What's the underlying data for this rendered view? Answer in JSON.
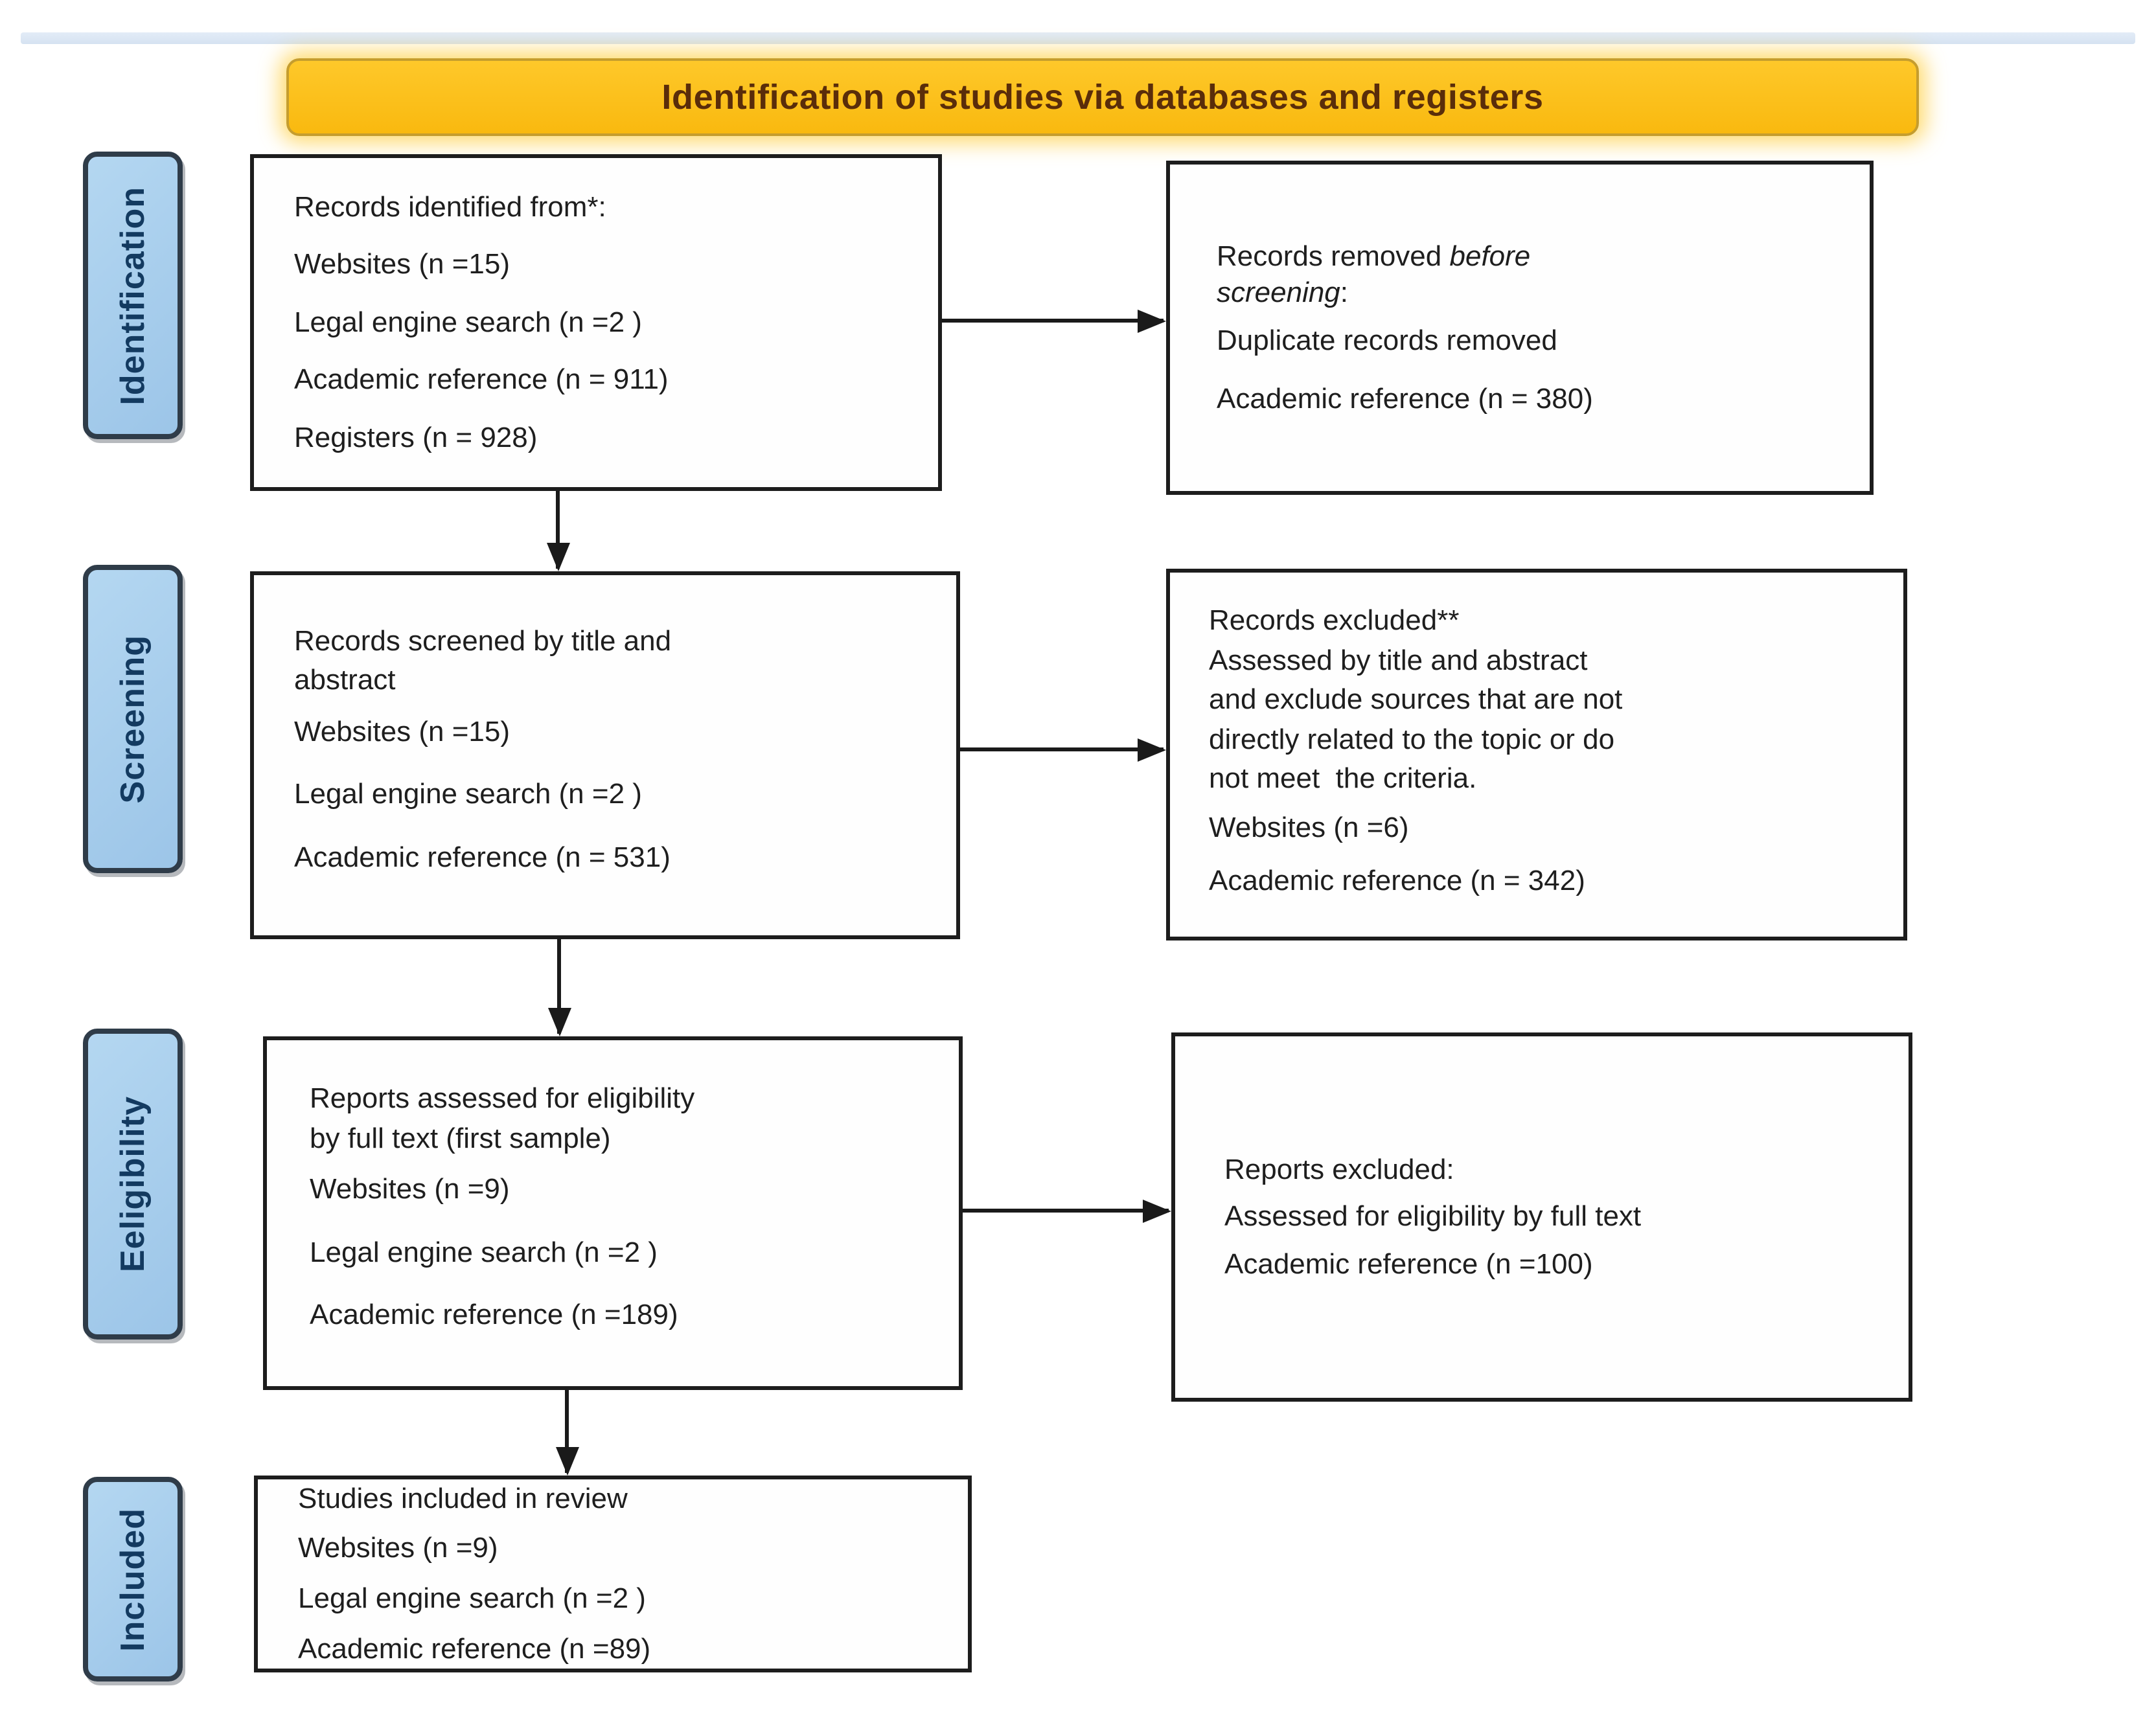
{
  "banner": {
    "title": "Identification of studies via databases and registers"
  },
  "stages": [
    {
      "label": "Identification"
    },
    {
      "label": "Screening"
    },
    {
      "label": "Eeligibility"
    },
    {
      "label": "Included"
    }
  ],
  "boxes": {
    "records_identified": {
      "lines": [
        "Records identified from*:",
        "Websites (n =15)",
        "Legal engine search (n =2 )",
        "Academic reference (n = 911)",
        "Registers (n = 928)"
      ]
    },
    "records_removed": {
      "prefix": "Records removed ",
      "italic": "before screening",
      "suffix": ":",
      "lines": [
        "Duplicate records removed",
        "Academic reference (n = 380)"
      ]
    },
    "records_screened": {
      "title_lines": [
        "Records screened by title and",
        "abstract"
      ],
      "items": [
        "Websites (n =15)",
        "Legal engine search (n =2 )",
        "Academic reference (n = 531)"
      ]
    },
    "records_excluded": {
      "title": "Records excluded**",
      "para_lines": [
        "Assessed by title and abstract",
        "and exclude sources that are not",
        "directly related to the topic or do",
        "not meet  the criteria."
      ],
      "items": [
        "Websites (n =6)",
        "Academic reference (n = 342)"
      ]
    },
    "reports_assessed": {
      "title_lines": [
        "Reports assessed for eligibility",
        "by full text (first sample)"
      ],
      "items": [
        "Websites (n =9)",
        "Legal engine search (n =2 )",
        "Academic reference (n =189)"
      ]
    },
    "reports_excluded": {
      "lines": [
        "Reports excluded:",
        "Assessed for eligibility by full text",
        "Academic reference (n =100)"
      ]
    },
    "studies_included": {
      "lines": [
        "Studies included in review",
        "Websites (n =9)",
        "Legal engine search (n =2 )",
        "Academic reference (n =89)"
      ]
    }
  },
  "colors": {
    "banner_bg": "#fbbd15",
    "banner_border": "#c59d2e",
    "banner_text": "#5a2d0a",
    "stage_bg": "#a5cdec",
    "stage_border": "#2f3c49",
    "stage_text": "#133a60",
    "box_border": "#1d1d1d",
    "box_text": "#1e1e1e",
    "arrow": "#1a1a1a",
    "top_bar": "#d9e4f2",
    "background": "#ffffff"
  }
}
